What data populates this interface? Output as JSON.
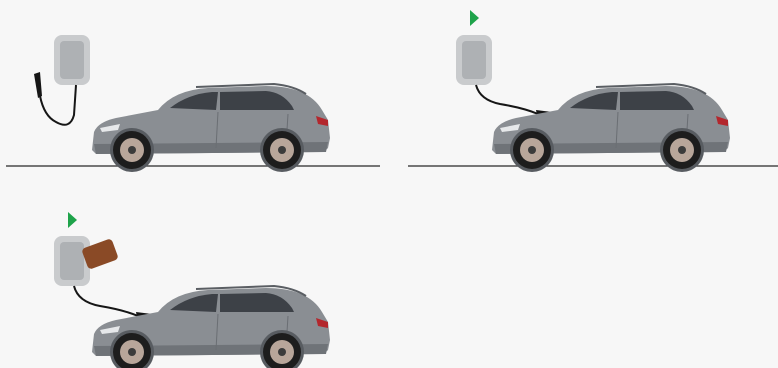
{
  "colors": {
    "background": "#f7f7f7",
    "ground_line": "#4a4a4a",
    "car_body": "#8a8e93",
    "car_body_shade": "#6f7378",
    "window": "#3d4147",
    "tire": "#1d1d1d",
    "rim": "#b8a69a",
    "wallbox_frame": "#c9cbcd",
    "wallbox_face": "#aeb1b4",
    "cable": "#161616",
    "status_arrow": "#1ea34a",
    "rfid_card": "#8a4a26"
  },
  "icons": {
    "wallbox": "wallbox-charger-icon",
    "status": "green-play-arrow-icon",
    "card": "rfid-card-icon"
  },
  "panels": [
    {
      "step": "unplugged",
      "connector_state": "hanging",
      "status_arrow_shown": false,
      "rfid_card_shown": false
    },
    {
      "step": "plugged_in",
      "connector_state": "in_car_port",
      "status_arrow_shown": true,
      "rfid_card_shown": false
    },
    {
      "step": "authorize_with_card",
      "connector_state": "in_car_port",
      "status_arrow_shown": true,
      "rfid_card_shown": true
    }
  ]
}
